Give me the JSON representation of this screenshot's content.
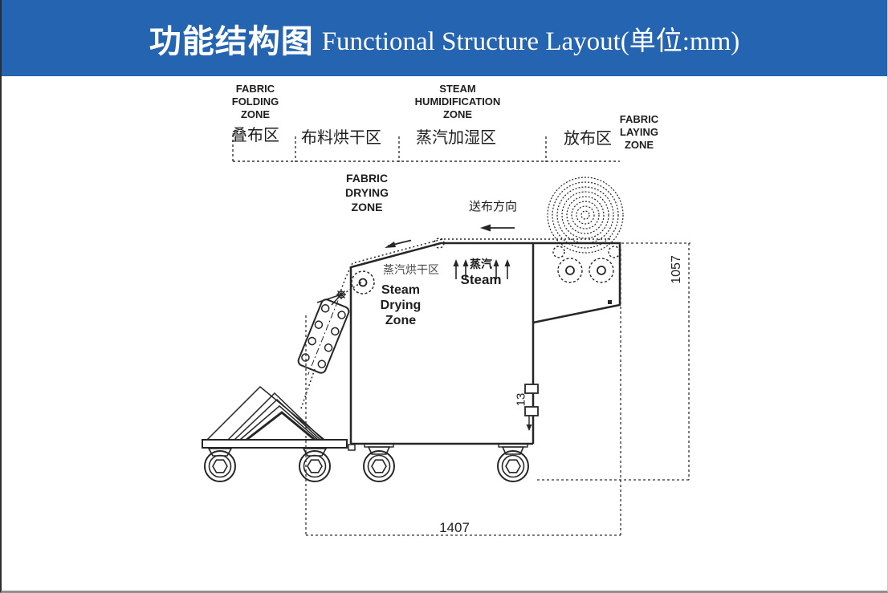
{
  "header": {
    "title_cn": "功能结构图",
    "title_en": "Functional Structure Layout(单位:mm)"
  },
  "zones": {
    "fabric_folding": {
      "en": "FABRIC\nFOLDING\nZONE",
      "cn": "叠布区"
    },
    "fabric_drying": {
      "en": "FABRIC\nDRYING\nZONE",
      "cn": "布料烘干区"
    },
    "steam_humidification": {
      "en": "STEAM\nHUMIDIFICATION\nZONE",
      "cn": "蒸汽加湿区"
    },
    "fabric_laying": {
      "en": "FABRIC\nLAYING\nZONE",
      "cn": "放布区"
    }
  },
  "machine_labels": {
    "feed_direction_cn": "送布方向",
    "steam_drying_cn": "蒸汽烘干区",
    "steam_drying_en": "Steam\nDrying\nZone",
    "steam_cn": "蒸汽",
    "steam_en": "Steam"
  },
  "dimensions": {
    "overall_length_mm": "1407",
    "overall_height_mm": "1057",
    "outlet_offset_mm": "13"
  },
  "colors": {
    "header_bg": "#2464b0",
    "line": "#262626",
    "dim_line": "#333333"
  }
}
